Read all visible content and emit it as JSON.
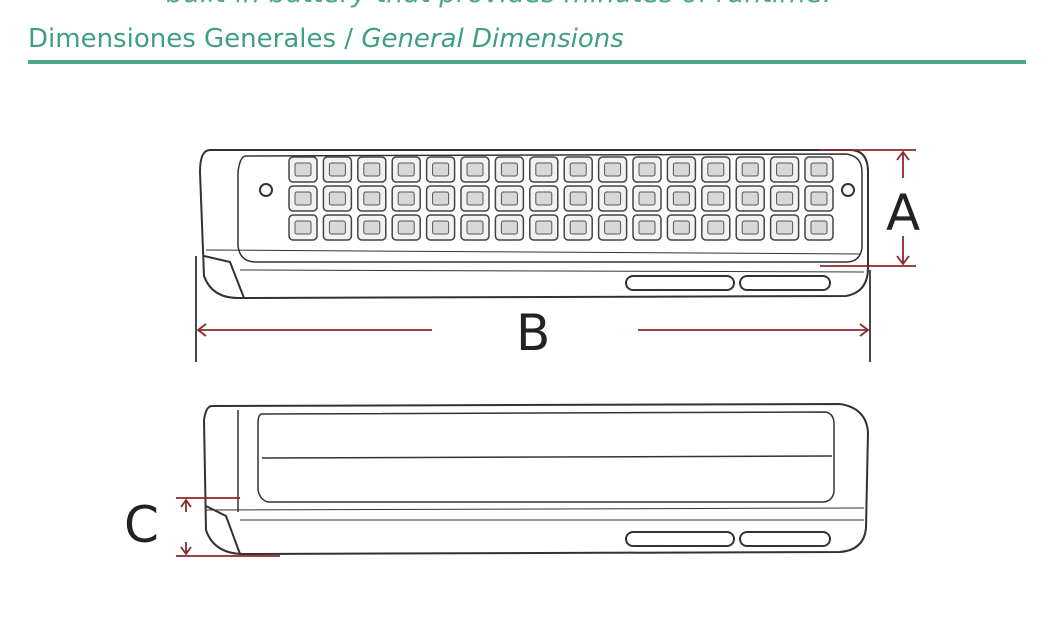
{
  "top_line": {
    "bullet": "•",
    "text": "built-in battery that provides minutes of runtime."
  },
  "section": {
    "title_es": "Dimensiones Generales",
    "separator": " / ",
    "title_en": "General Dimensions"
  },
  "dimensions": {
    "a": "A",
    "b": "B",
    "c": "C"
  },
  "colors": {
    "accent": "#4aa88c",
    "dimension_line": "#8a2a2a",
    "outline": "#333333"
  }
}
